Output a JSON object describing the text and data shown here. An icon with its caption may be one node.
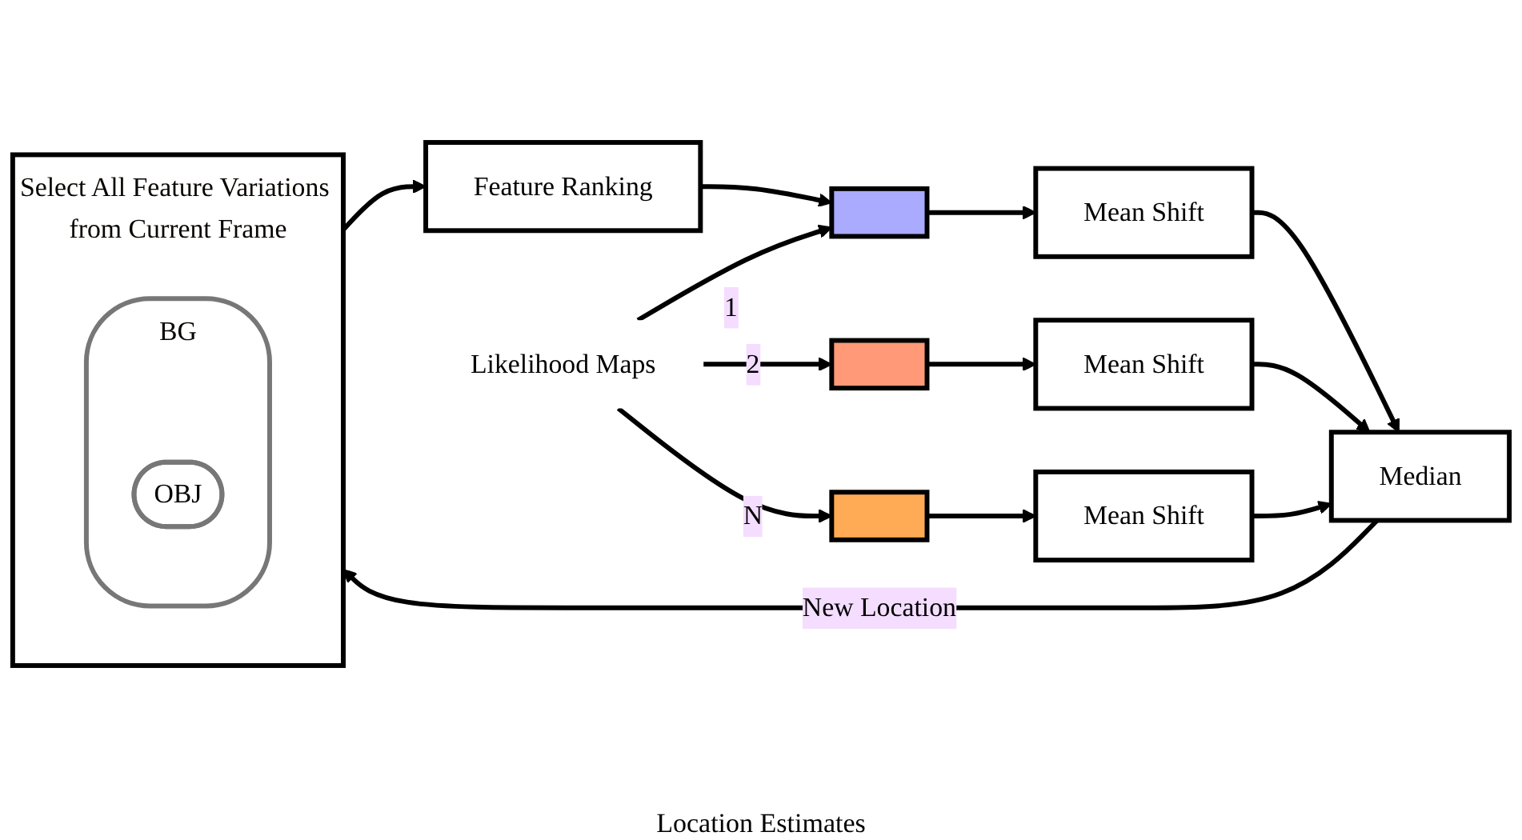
{
  "diagram": {
    "nodes": [
      {
        "text": [
          "Select All Feature Variations from Current Frame"
        ]
      },
      {
        "text": [
          "BG"
        ],
        "in": 0
      },
      {
        "text": [
          "OBJ"
        ],
        "in": 1
      },
      {
        "text": [
          "Feature Ranking"
        ]
      },
      {
        "text": [
          "Likelihood Maps"
        ]
      },
      {
        "text": [],
        "shape": "picture"
      },
      {
        "text": [],
        "shape": "picture"
      },
      {
        "text": [],
        "shape": "picture"
      },
      {
        "text": [
          "Mean Shift"
        ]
      },
      {
        "text": [
          "Mean Shift"
        ]
      },
      {
        "text": [
          "Mean Shift"
        ]
      },
      {
        "text": [
          "Median"
        ]
      }
    ],
    "edges": [
      {
        "from": 0,
        "to": 3,
        "arrow": "to"
      },
      {
        "from": 3,
        "to": 5,
        "arrow": "to"
      },
      {
        "from": 4,
        "to": 5,
        "arrow": "to",
        "label": "1"
      },
      {
        "from": 4,
        "to": 6,
        "arrow": "to",
        "label": "2"
      },
      {
        "from": 4,
        "to": 7,
        "arrow": "to",
        "label": "N"
      },
      {
        "from": 5,
        "to": 8,
        "arrow": "to"
      },
      {
        "from": 6,
        "to": 9,
        "arrow": "to"
      },
      {
        "from": 7,
        "to": 10,
        "arrow": "to"
      },
      {
        "from": 8,
        "to": 11,
        "arrow": "to"
      },
      {
        "from": 9,
        "to": 11,
        "arrow": "to"
      },
      {
        "from": 10,
        "to": 11,
        "arrow": "to"
      },
      {
        "from": 11,
        "to": 0,
        "arrow": "to",
        "label": "New Location"
      }
    ],
    "labels": [
      "Location Estimates"
    ]
  }
}
